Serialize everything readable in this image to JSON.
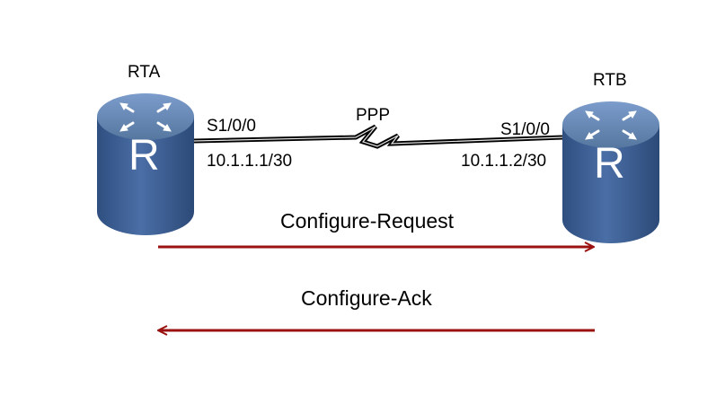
{
  "routers": {
    "rta": {
      "name": "RTA",
      "interface": "S1/0/0",
      "ip": "10.1.1.1/30",
      "glyph": "R",
      "icon": "router-icon"
    },
    "rtb": {
      "name": "RTB",
      "interface": "S1/0/0",
      "ip": "10.1.1.2/30",
      "glyph": "R",
      "icon": "router-icon"
    }
  },
  "link": {
    "protocol": "PPP",
    "type": "serial-link"
  },
  "messages": [
    {
      "label": "Configure-Request",
      "direction": "RTA to RTB"
    },
    {
      "label": "Configure-Ack",
      "direction": "RTB to RTA"
    }
  ],
  "colors": {
    "router_top": "#5e80b3",
    "router_body": "#3d5e90",
    "router_glyph": "#ffffff",
    "arrow": "#9b1111",
    "link": "#000000"
  }
}
